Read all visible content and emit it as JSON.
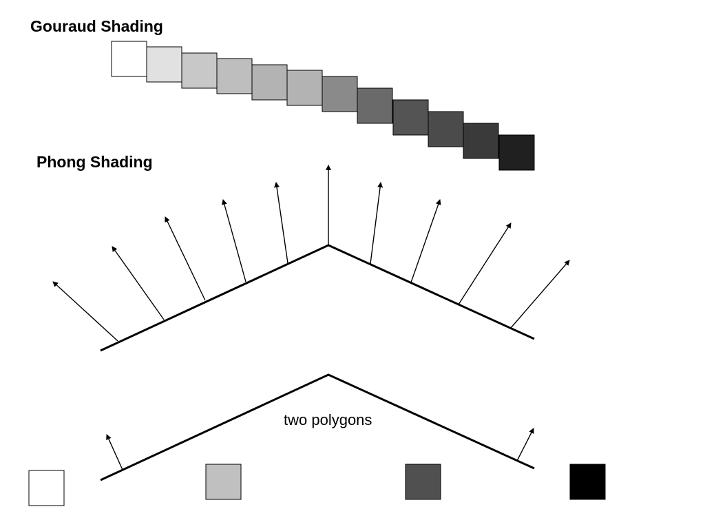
{
  "titles": {
    "gouraud": "Gouraud Shading",
    "phong": "Phong Shading",
    "polygons": "two polygons"
  },
  "gouraud_swatches": [
    {
      "color": "#ffffff"
    },
    {
      "color": "#e1e1e1"
    },
    {
      "color": "#c8c8c8"
    },
    {
      "color": "#bebebe"
    },
    {
      "color": "#b3b3b3"
    },
    {
      "color": "#b3b3b3"
    },
    {
      "color": "#8a8a8a"
    },
    {
      "color": "#6a6a6a"
    },
    {
      "color": "#545454"
    },
    {
      "color": "#4b4b4b"
    },
    {
      "color": "#3a3a3a"
    },
    {
      "color": "#202020"
    }
  ],
  "vertex_swatches": [
    {
      "color": "#ffffff"
    },
    {
      "color": "#c0c0c0"
    },
    {
      "color": "#505050"
    },
    {
      "color": "#000000"
    }
  ],
  "colors": {
    "line": "#000000",
    "swatch_border": "#000000"
  }
}
